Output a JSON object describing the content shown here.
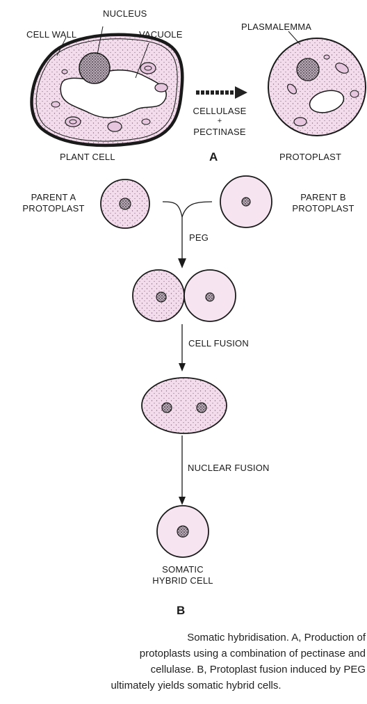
{
  "part_a": {
    "labels": {
      "nucleus": "NUCLEUS",
      "cell_wall": "CELL WALL",
      "vacuole": "VACUOLE",
      "plasmalemma": "PLASMALEMMA",
      "enzyme_1": "CELLULASE",
      "plus": "+",
      "enzyme_2": "PECTINASE",
      "plant_cell": "PLANT CELL",
      "protoplast": "PROTOPLAST",
      "panel_letter": "A"
    }
  },
  "part_b": {
    "labels": {
      "parent_a_line1": "PARENT A",
      "parent_a_line2": "PROTOPLAST",
      "parent_b_line1": "PARENT B",
      "parent_b_line2": "PROTOPLAST",
      "peg": "PEG",
      "cell_fusion": "CELL FUSION",
      "nuclear_fusion": "NUCLEAR FUSION",
      "hybrid_line1": "SOMATIC",
      "hybrid_line2": "HYBRID CELL",
      "panel_letter": "B"
    }
  },
  "caption": {
    "line1": "Somatic hybridisation. A, Production of",
    "line2": "protoplasts using a combination of pectinase and",
    "line3": "cellulase. B, Protoplast fusion induced by PEG",
    "line4": "ultimately yields somatic hybrid cells."
  },
  "colors": {
    "cytoplasm": "#f3dcec",
    "cytoplasm_stipple": "#8a6a80",
    "outline": "#1a1a1a",
    "nucleus": "#9a8a96",
    "arrow": "#222222"
  }
}
